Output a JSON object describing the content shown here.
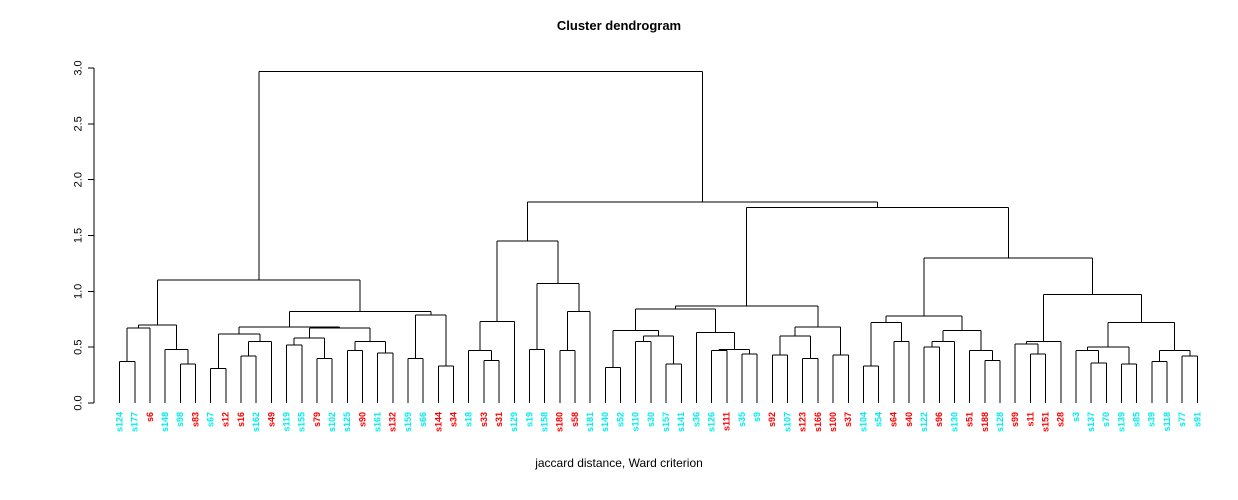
{
  "chart_data": {
    "type": "dendrogram",
    "title": "Cluster dendrogram",
    "xlabel": "jaccard distance, Ward criterion",
    "ylim": [
      0,
      3.0
    ],
    "yticks": [
      "0.0",
      "0.5",
      "1.0",
      "1.5",
      "2.0",
      "2.5",
      "3.0"
    ],
    "grid": false,
    "colors": {
      "cyan": "#00EEEE",
      "red": "#FF0000",
      "line": "#000000"
    },
    "leaves": [
      {
        "label": "s124",
        "color": "cyan"
      },
      {
        "label": "s177",
        "color": "cyan"
      },
      {
        "label": "s6",
        "color": "red"
      },
      {
        "label": "s148",
        "color": "cyan"
      },
      {
        "label": "s98",
        "color": "cyan"
      },
      {
        "label": "s83",
        "color": "red"
      },
      {
        "label": "s67",
        "color": "cyan"
      },
      {
        "label": "s12",
        "color": "red"
      },
      {
        "label": "s16",
        "color": "red"
      },
      {
        "label": "s162",
        "color": "cyan"
      },
      {
        "label": "s49",
        "color": "red"
      },
      {
        "label": "s119",
        "color": "cyan"
      },
      {
        "label": "s155",
        "color": "cyan"
      },
      {
        "label": "s79",
        "color": "red"
      },
      {
        "label": "s102",
        "color": "cyan"
      },
      {
        "label": "s125",
        "color": "cyan"
      },
      {
        "label": "s90",
        "color": "red"
      },
      {
        "label": "s161",
        "color": "cyan"
      },
      {
        "label": "s132",
        "color": "red"
      },
      {
        "label": "s159",
        "color": "cyan"
      },
      {
        "label": "s66",
        "color": "cyan"
      },
      {
        "label": "s144",
        "color": "red"
      },
      {
        "label": "s34",
        "color": "red"
      },
      {
        "label": "s18",
        "color": "cyan"
      },
      {
        "label": "s33",
        "color": "red"
      },
      {
        "label": "s31",
        "color": "red"
      },
      {
        "label": "s129",
        "color": "cyan"
      },
      {
        "label": "s19",
        "color": "cyan"
      },
      {
        "label": "s158",
        "color": "cyan"
      },
      {
        "label": "s180",
        "color": "red"
      },
      {
        "label": "s58",
        "color": "red"
      },
      {
        "label": "s181",
        "color": "cyan"
      },
      {
        "label": "s140",
        "color": "cyan"
      },
      {
        "label": "s52",
        "color": "cyan"
      },
      {
        "label": "s110",
        "color": "cyan"
      },
      {
        "label": "s30",
        "color": "cyan"
      },
      {
        "label": "s157",
        "color": "cyan"
      },
      {
        "label": "s141",
        "color": "cyan"
      },
      {
        "label": "s36",
        "color": "cyan"
      },
      {
        "label": "s126",
        "color": "cyan"
      },
      {
        "label": "s111",
        "color": "red"
      },
      {
        "label": "s35",
        "color": "cyan"
      },
      {
        "label": "s9",
        "color": "cyan"
      },
      {
        "label": "s92",
        "color": "red"
      },
      {
        "label": "s107",
        "color": "cyan"
      },
      {
        "label": "s123",
        "color": "red"
      },
      {
        "label": "s166",
        "color": "red"
      },
      {
        "label": "s100",
        "color": "red"
      },
      {
        "label": "s37",
        "color": "red"
      },
      {
        "label": "s104",
        "color": "cyan"
      },
      {
        "label": "s54",
        "color": "cyan"
      },
      {
        "label": "s64",
        "color": "red"
      },
      {
        "label": "s40",
        "color": "red"
      },
      {
        "label": "s122",
        "color": "cyan"
      },
      {
        "label": "s96",
        "color": "red"
      },
      {
        "label": "s130",
        "color": "cyan"
      },
      {
        "label": "s51",
        "color": "red"
      },
      {
        "label": "s188",
        "color": "red"
      },
      {
        "label": "s128",
        "color": "cyan"
      },
      {
        "label": "s99",
        "color": "red"
      },
      {
        "label": "s11",
        "color": "red"
      },
      {
        "label": "s151",
        "color": "red"
      },
      {
        "label": "s28",
        "color": "red"
      },
      {
        "label": "s3",
        "color": "cyan"
      },
      {
        "label": "s137",
        "color": "cyan"
      },
      {
        "label": "s70",
        "color": "cyan"
      },
      {
        "label": "s139",
        "color": "cyan"
      },
      {
        "label": "s85",
        "color": "cyan"
      },
      {
        "label": "s39",
        "color": "cyan"
      },
      {
        "label": "s118",
        "color": "cyan"
      },
      {
        "label": "s77",
        "color": "cyan"
      },
      {
        "label": "s91",
        "color": "cyan"
      }
    ],
    "tree": {
      "h": 2.97,
      "c": [
        {
          "h": 1.1,
          "c": [
            {
              "h": 0.7,
              "c": [
                {
                  "h": 0.67,
                  "c": [
                    {
                      "h": 0.37,
                      "c": [
                        "s124",
                        "s177"
                      ]
                    },
                    "s6"
                  ]
                },
                {
                  "h": 0.48,
                  "c": [
                    "s148",
                    {
                      "h": 0.35,
                      "c": [
                        "s98",
                        "s83"
                      ]
                    }
                  ]
                }
              ]
            },
            {
              "h": 0.82,
              "c": [
                {
                  "h": 0.68,
                  "c": [
                    {
                      "h": 0.62,
                      "c": [
                        {
                          "h": 0.31,
                          "c": [
                            "s67",
                            "s12"
                          ]
                        },
                        {
                          "h": 0.55,
                          "c": [
                            {
                              "h": 0.42,
                              "c": [
                                "s16",
                                "s162"
                              ]
                            },
                            "s49"
                          ]
                        }
                      ]
                    },
                    {
                      "h": 0.67,
                      "c": [
                        {
                          "h": 0.58,
                          "c": [
                            {
                              "h": 0.52,
                              "c": [
                                "s119",
                                "s155"
                              ]
                            },
                            {
                              "h": 0.4,
                              "c": [
                                "s79",
                                "s102"
                              ]
                            }
                          ]
                        },
                        {
                          "h": 0.55,
                          "c": [
                            {
                              "h": 0.47,
                              "c": [
                                "s125",
                                "s90"
                              ]
                            },
                            {
                              "h": 0.45,
                              "c": [
                                "s161",
                                "s132"
                              ]
                            }
                          ]
                        }
                      ]
                    }
                  ]
                },
                {
                  "h": 0.79,
                  "c": [
                    {
                      "h": 0.4,
                      "c": [
                        "s159",
                        "s66"
                      ]
                    },
                    {
                      "h": 0.33,
                      "c": [
                        "s144",
                        "s34"
                      ]
                    }
                  ]
                }
              ]
            }
          ]
        },
        {
          "h": 1.8,
          "c": [
            {
              "h": 1.45,
              "c": [
                {
                  "h": 0.73,
                  "c": [
                    {
                      "h": 0.47,
                      "c": [
                        "s18",
                        {
                          "h": 0.38,
                          "c": [
                            "s33",
                            "s31"
                          ]
                        }
                      ]
                    },
                    "s129"
                  ]
                },
                {
                  "h": 1.07,
                  "c": [
                    {
                      "h": 0.48,
                      "c": [
                        "s19",
                        "s158"
                      ]
                    },
                    {
                      "h": 0.82,
                      "c": [
                        {
                          "h": 0.47,
                          "c": [
                            "s180",
                            "s58"
                          ]
                        },
                        "s181"
                      ]
                    }
                  ]
                }
              ]
            },
            {
              "h": 1.75,
              "c": [
                {
                  "h": 0.87,
                  "c": [
                    {
                      "h": 0.84,
                      "c": [
                        {
                          "h": 0.65,
                          "c": [
                            {
                              "h": 0.32,
                              "c": [
                                "s140",
                                "s52"
                              ]
                            },
                            {
                              "h": 0.6,
                              "c": [
                                {
                                  "h": 0.55,
                                  "c": [
                                    "s110",
                                    "s30"
                                  ]
                                },
                                {
                                  "h": 0.35,
                                  "c": [
                                    "s157",
                                    "s141"
                                  ]
                                }
                              ]
                            }
                          ]
                        },
                        {
                          "h": 0.63,
                          "c": [
                            "s36",
                            {
                              "h": 0.48,
                              "c": [
                                {
                                  "h": 0.47,
                                  "c": [
                                    "s126",
                                    "s111"
                                  ]
                                },
                                {
                                  "h": 0.44,
                                  "c": [
                                    "s35",
                                    "s9"
                                  ]
                                }
                              ]
                            }
                          ]
                        }
                      ]
                    },
                    {
                      "h": 0.68,
                      "c": [
                        {
                          "h": 0.6,
                          "c": [
                            {
                              "h": 0.43,
                              "c": [
                                "s92",
                                "s107"
                              ]
                            },
                            {
                              "h": 0.4,
                              "c": [
                                "s123",
                                "s166"
                              ]
                            }
                          ]
                        },
                        {
                          "h": 0.43,
                          "c": [
                            "s100",
                            "s37"
                          ]
                        }
                      ]
                    }
                  ]
                },
                {
                  "h": 1.3,
                  "c": [
                    {
                      "h": 0.78,
                      "c": [
                        {
                          "h": 0.72,
                          "c": [
                            {
                              "h": 0.33,
                              "c": [
                                "s104",
                                "s54"
                              ]
                            },
                            {
                              "h": 0.55,
                              "c": [
                                "s64",
                                "s40"
                              ]
                            }
                          ]
                        },
                        {
                          "h": 0.65,
                          "c": [
                            {
                              "h": 0.55,
                              "c": [
                                {
                                  "h": 0.5,
                                  "c": [
                                    "s122",
                                    "s96"
                                  ]
                                },
                                "s130"
                              ]
                            },
                            {
                              "h": 0.47,
                              "c": [
                                "s51",
                                {
                                  "h": 0.38,
                                  "c": [
                                    "s188",
                                    "s128"
                                  ]
                                }
                              ]
                            }
                          ]
                        }
                      ]
                    },
                    {
                      "h": 0.97,
                      "c": [
                        {
                          "h": 0.55,
                          "c": [
                            {
                              "h": 0.53,
                              "c": [
                                "s99",
                                {
                                  "h": 0.44,
                                  "c": [
                                    "s11",
                                    "s151"
                                  ]
                                }
                              ]
                            },
                            "s28"
                          ]
                        },
                        {
                          "h": 0.72,
                          "c": [
                            {
                              "h": 0.5,
                              "c": [
                                {
                                  "h": 0.47,
                                  "c": [
                                    "s3",
                                    {
                                      "h": 0.36,
                                      "c": [
                                        "s137",
                                        "s70"
                                      ]
                                    }
                                  ]
                                },
                                {
                                  "h": 0.35,
                                  "c": [
                                    "s139",
                                    "s85"
                                  ]
                                }
                              ]
                            },
                            {
                              "h": 0.47,
                              "c": [
                                {
                                  "h": 0.37,
                                  "c": [
                                    "s39",
                                    "s118"
                                  ]
                                },
                                {
                                  "h": 0.42,
                                  "c": [
                                    "s77",
                                    "s91"
                                  ]
                                }
                              ]
                            }
                          ]
                        }
                      ]
                    }
                  ]
                }
              ]
            }
          ]
        }
      ]
    }
  }
}
